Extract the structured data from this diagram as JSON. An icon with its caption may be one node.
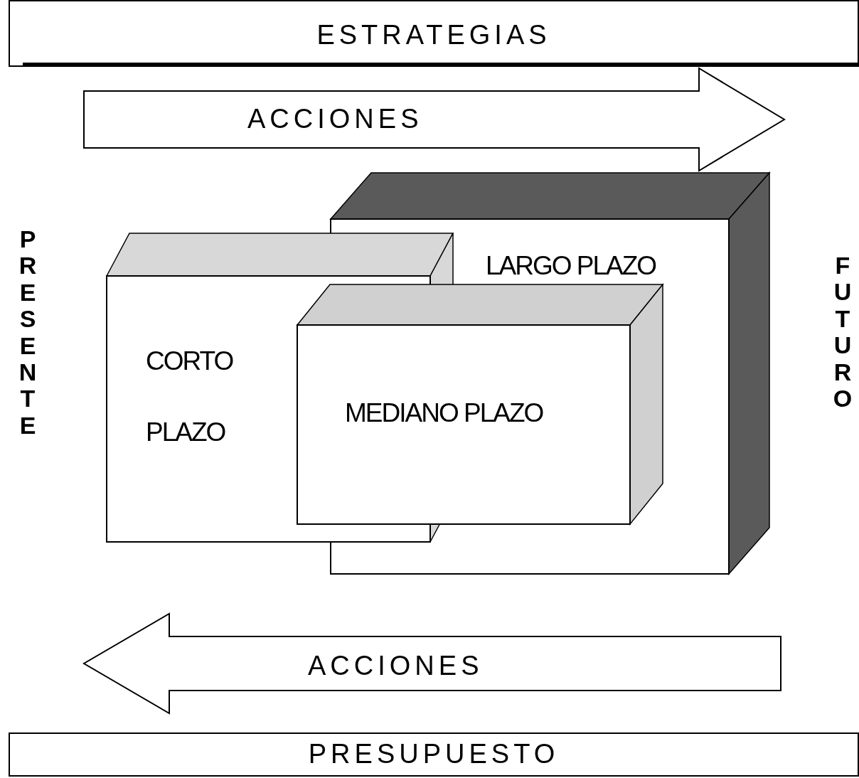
{
  "diagram": {
    "nodes": [
      {
        "text": [
          "ESTRATEGIAS"
        ]
      },
      {
        "text": [
          "ACCIONES"
        ]
      },
      {
        "text": [
          "LARGO PLAZO"
        ]
      },
      {
        "text": [
          "CORTO PLAZO"
        ]
      },
      {
        "text": [
          "MEDIANO PLAZO"
        ]
      },
      {
        "text": [
          "ACCIONES"
        ]
      },
      {
        "text": [
          "PRESUPUESTO"
        ]
      }
    ],
    "edges": [],
    "labels": [
      "PRESENTE",
      "FUTURO"
    ]
  }
}
